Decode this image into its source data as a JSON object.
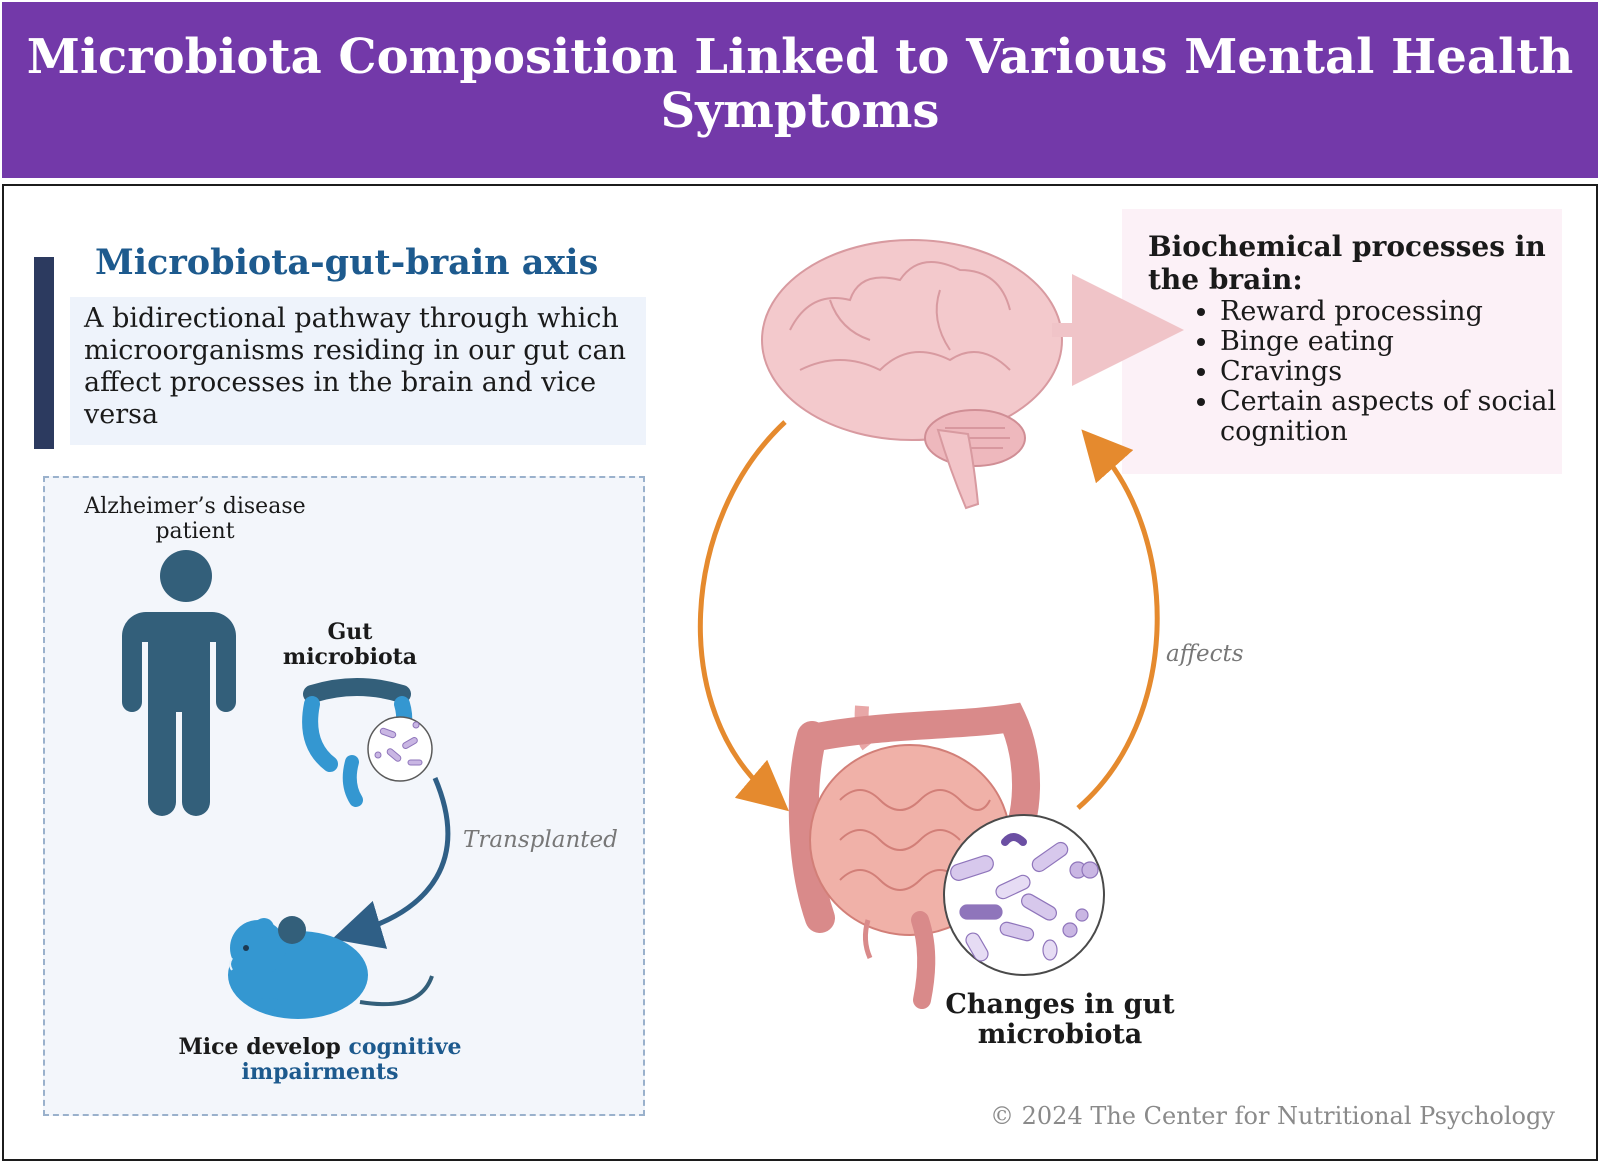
{
  "header": {
    "title": "Microbiota Composition Linked to Various Mental Health Symptoms"
  },
  "axis": {
    "title": "Microbiota-gut-brain axis",
    "description": "A bidirectional pathway through which microorganisms residing in our gut can affect processes in the brain and vice versa"
  },
  "study": {
    "patient_label": "Alzheimer’s disease patient",
    "gut_label": "Gut microbiota",
    "transplanted": "Transplanted",
    "mice_prefix": "Mice develop ",
    "mice_highlight": "cognitive impairments"
  },
  "brain_box": {
    "title": "Biochemical processes in the brain:",
    "items": [
      "Reward processing",
      "Binge eating",
      "Cravings",
      "Certain aspects of social cognition"
    ]
  },
  "cycle": {
    "affects": "affects",
    "gut_label": "Changes in gut microbiota"
  },
  "footer": {
    "copyright": "© 2024 The Center for Nutritional Psychology"
  },
  "colors": {
    "header": "#7339a9",
    "axis_title": "#1d5a8e",
    "arrow": "#e58a2e",
    "person": "#335f7a",
    "mouse": "#3497d1"
  }
}
